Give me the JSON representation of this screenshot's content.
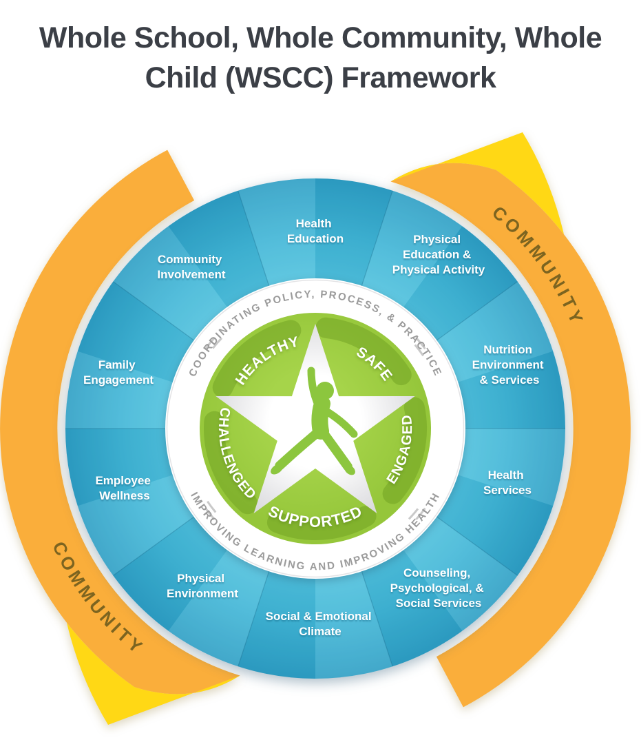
{
  "title": {
    "line1": "Whole School, Whole Community, Whole",
    "line2": "Child (WSCC) Framework"
  },
  "outer_ring": {
    "label_top_right": "COMMUNITY",
    "label_bottom_left": "COMMUNITY"
  },
  "middle_ring": {
    "top_text": "COORDINATING POLICY, PROCESS, & PRACTICE",
    "bottom_text": "IMPROVING LEARNING AND IMPROVING HEALTH"
  },
  "inner_circle": {
    "tenets": {
      "healthy": "HEALTHY",
      "safe": "SAFE",
      "engaged": "ENGAGED",
      "supported": "SUPPORTED",
      "challenged": "CHALLENGED"
    }
  },
  "sectors": [
    {
      "label": "Health Education",
      "lines": [
        "Health",
        "Education"
      ]
    },
    {
      "label": "Physical Education & Physical Activity",
      "lines": [
        "Physical",
        "Education &",
        "Physical Activity"
      ]
    },
    {
      "label": "Nutrition Environment & Services",
      "lines": [
        "Nutrition",
        "Environment",
        "& Services"
      ]
    },
    {
      "label": "Health Services",
      "lines": [
        "Health",
        "Services"
      ]
    },
    {
      "label": "Counseling, Psychological, & Social Services",
      "lines": [
        "Counseling,",
        "Psychological, &",
        "Social Services"
      ]
    },
    {
      "label": "Social & Emotional Climate",
      "lines": [
        "Social & Emotional",
        "Climate"
      ]
    },
    {
      "label": "Physical Environment",
      "lines": [
        "Physical",
        "Environment"
      ]
    },
    {
      "label": "Employee Wellness",
      "lines": [
        "Employee",
        "Wellness"
      ]
    },
    {
      "label": "Family Engagement",
      "lines": [
        "Family",
        "Engagement"
      ]
    },
    {
      "label": "Community Involvement",
      "lines": [
        "Community",
        "Involvement"
      ]
    }
  ],
  "colors": {
    "blue_ring": "#3FB5D6",
    "blue_ring_light": "#53C5E0",
    "blue_ring_dark": "#2D9FC5",
    "green_circle": "#95C63A",
    "green_circle_light": "#A6D44A",
    "green_dark": "#7FB535",
    "green_person": "#8CC63E",
    "yellow_bright": "#FFD815",
    "yellow_orange": "#FAAE3B",
    "community_text": "#7C6420",
    "ring_text": "#9B9B9B",
    "title_text": "#3B3F46",
    "sector_text": "#FFFFFF"
  }
}
